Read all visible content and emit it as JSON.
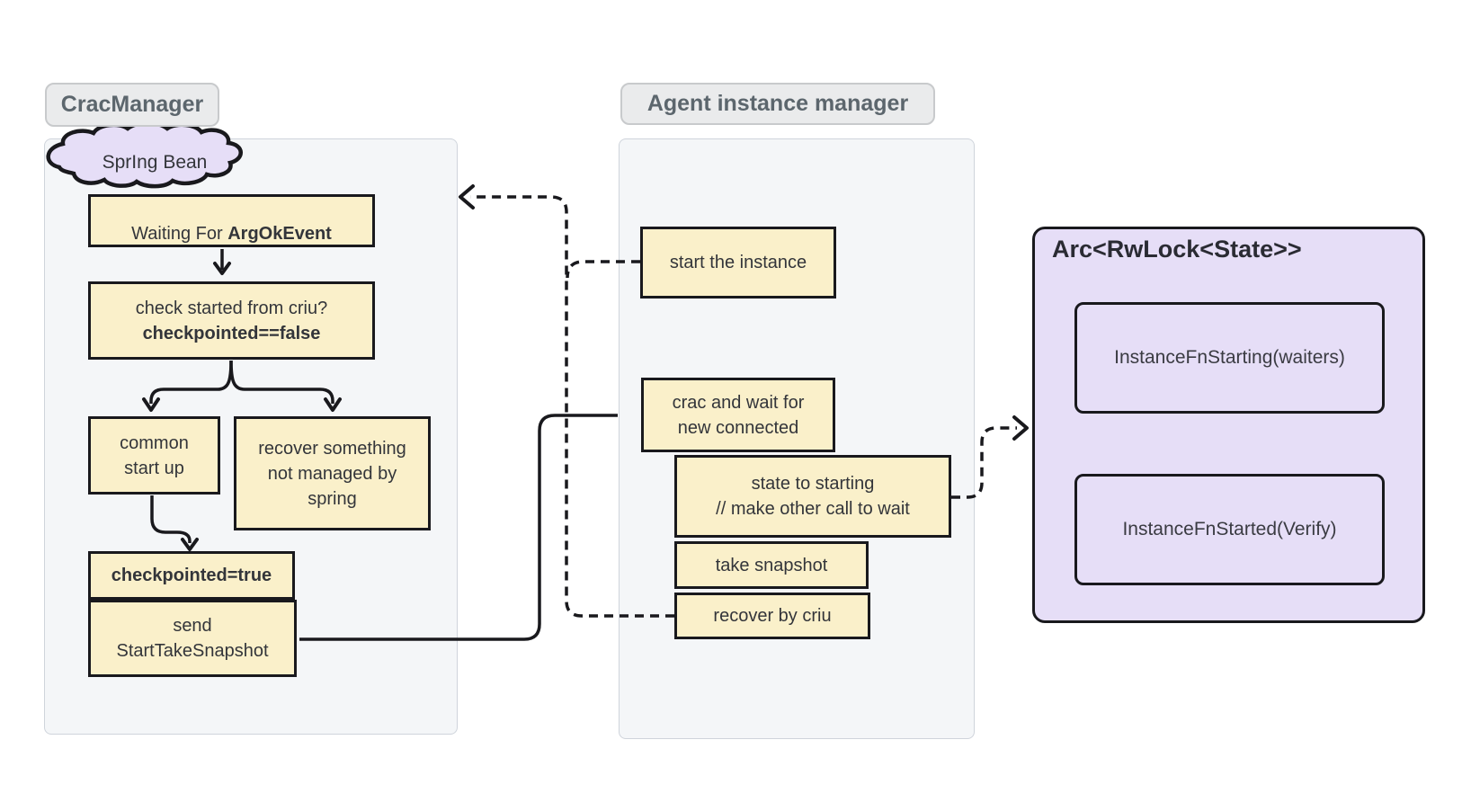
{
  "titles": {
    "crac_manager": "CracManager",
    "agent_manager": "Agent instance manager",
    "state_lock": "Arc<RwLock<State>>"
  },
  "crac_manager": {
    "cloud": "SprIng Bean",
    "waiting_prefix": "Waiting For ",
    "waiting_bold": "ArgOkEvent",
    "check_line1": "check started from criu?",
    "check_line2": "checkpointed==false",
    "common_start_up": "common\nstart up",
    "recover_unmanaged": "recover something\nnot managed by\nspring",
    "checkpointed_true": "checkpointed=true",
    "send_snapshot": "send\nStartTakeSnapshot"
  },
  "agent_manager": {
    "start_instance": "start the instance",
    "crac_wait": "crac and wait for\nnew connected",
    "state_to_starting": "state to starting\n// make other call to wait",
    "take_snapshot": "take snapshot",
    "recover_by_criu": "recover by criu"
  },
  "state_lock": {
    "items": [
      "InstanceFnStarting(waiters)",
      "InstanceFnStarted(Verify)"
    ]
  },
  "colors": {
    "node_fill": "#faf0ca",
    "node_border": "#19191d",
    "purple_fill": "#e6def7",
    "container_fill": "#f4f6f8",
    "container_border": "#cfd4db",
    "label_fill": "#eaebec",
    "label_border": "#c8cacc",
    "label_text": "#5c666d",
    "text": "#33353a"
  }
}
